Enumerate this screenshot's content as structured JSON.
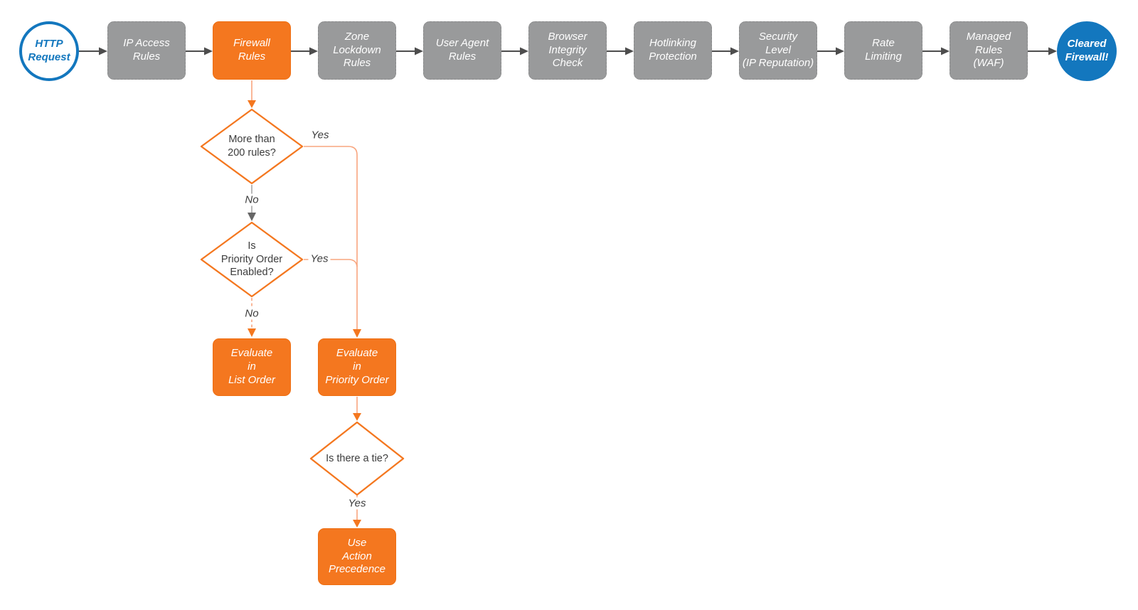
{
  "colors": {
    "process_fill": "#999a9b",
    "highlight_fill": "#f4771f",
    "decision_stroke": "#f4771f",
    "connector_orange_line": "#f8a57e",
    "connector_orange_head": "#f4771f",
    "connector_dark": "#4d4d4d",
    "connector_gray_line": "#a6a6a6",
    "connector_gray_head": "#666666",
    "terminal_blue": "#1377be",
    "text_light": "#ffffff",
    "text_dark": "#3c3c3c"
  },
  "flow": {
    "start": {
      "label": "HTTP\nRequest"
    },
    "steps": [
      {
        "label": "IP Access\nRules",
        "highlighted": false
      },
      {
        "label": "Firewall\nRules",
        "highlighted": true
      },
      {
        "label": "Zone\nLockdown\nRules",
        "highlighted": false
      },
      {
        "label": "User Agent\nRules",
        "highlighted": false
      },
      {
        "label": "Browser\nIntegrity\nCheck",
        "highlighted": false
      },
      {
        "label": "Hotlinking\nProtection",
        "highlighted": false
      },
      {
        "label": "Security\nLevel\n(IP Reputation)",
        "highlighted": false
      },
      {
        "label": "Rate\nLimiting",
        "highlighted": false
      },
      {
        "label": "Managed\nRules\n(WAF)",
        "highlighted": false
      }
    ],
    "end": {
      "label": "Cleared\nFirewall!"
    }
  },
  "decisions": [
    {
      "question": "More than\n200 rules?",
      "yes_label": "Yes",
      "no_label": "No"
    },
    {
      "question": "Is\nPriority Order\nEnabled?",
      "yes_label": "Yes",
      "no_label": "No"
    },
    {
      "question": "Is there a tie?",
      "yes_label": "Yes"
    }
  ],
  "actions": [
    {
      "label": "Evaluate\nin\nList Order"
    },
    {
      "label": "Evaluate\nin\nPriority Order"
    },
    {
      "label": "Use\nAction\nPrecedence"
    }
  ]
}
